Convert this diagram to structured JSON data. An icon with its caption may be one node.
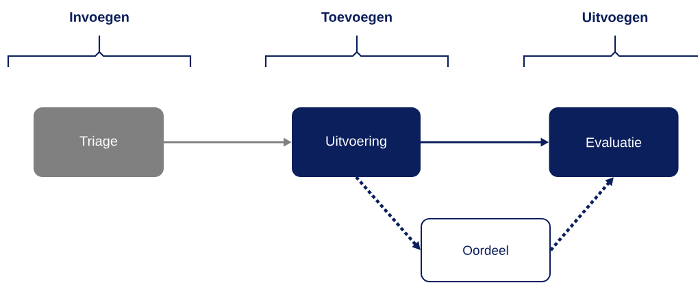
{
  "diagram": {
    "nodes": [
      {
        "text": [
          "Triage"
        ]
      },
      {
        "text": [
          "Uitvoering"
        ]
      },
      {
        "text": [
          "Evaluatie"
        ]
      },
      {
        "text": [
          "Oordeel"
        ]
      }
    ],
    "edges": [
      {
        "from": 0,
        "to": 1,
        "arrow": "to",
        "color": "#808080"
      },
      {
        "from": 1,
        "to": 2,
        "arrow": "to"
      },
      {
        "from": 1,
        "to": 3,
        "arrow": "to",
        "style": "dashed"
      },
      {
        "from": 3,
        "to": 2,
        "arrow": "to",
        "style": "dashed"
      }
    ],
    "labels": [
      "Invoegen",
      "Toevoegen",
      "Uitvoegen"
    ]
  }
}
